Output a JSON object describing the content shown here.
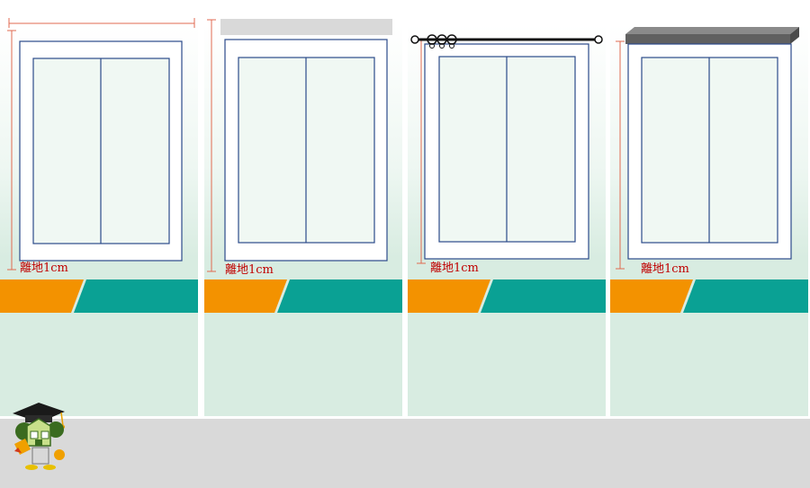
{
  "panels": [
    {
      "label": "離地1cm",
      "top_element": "dimension-line"
    },
    {
      "label": "離地1cm",
      "top_element": "gray-valance-bar"
    },
    {
      "label": "離地1cm",
      "top_element": "curtain-rod-with-rings"
    },
    {
      "label": "離地1cm",
      "top_element": "curtain-box"
    }
  ],
  "colors": {
    "window_frame": "#2b4a8a",
    "dimension": "#e06a50",
    "band_orange": "#f39200",
    "band_teal": "#0aa194",
    "floor": "#d9d9d9",
    "label": "#c00000"
  },
  "icons": {
    "mascot": "graduate-house-mascot-icon"
  }
}
